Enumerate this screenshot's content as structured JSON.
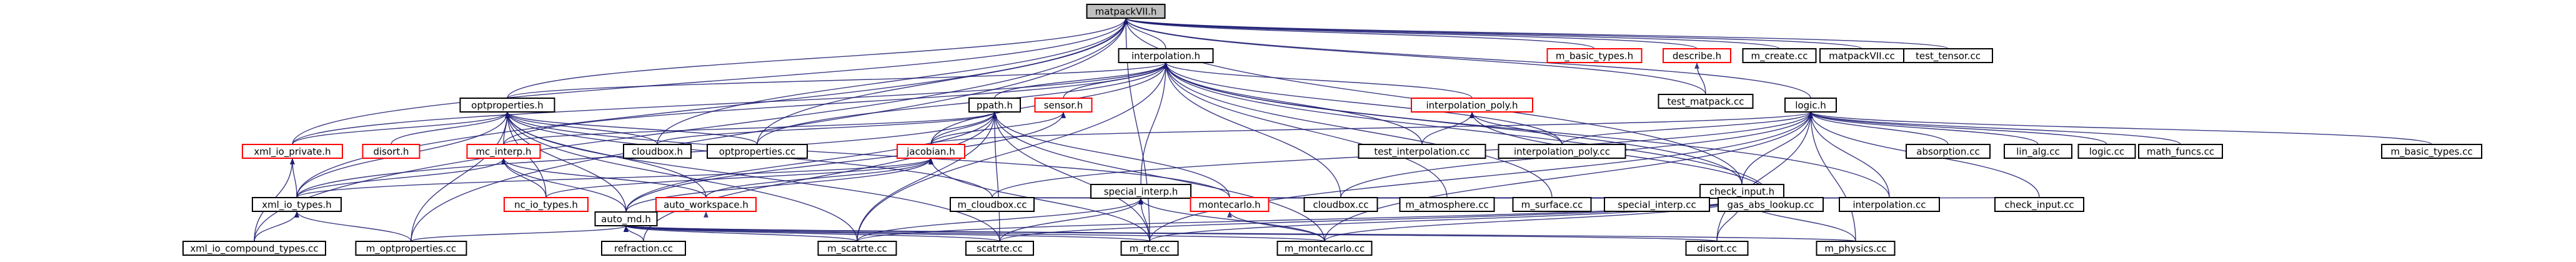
{
  "colors": {
    "edge": "#191970",
    "normal_border": "#000000",
    "incomplete_border": "#ff0000",
    "root_fill": "#bfbfbf",
    "node_fill": "#ffffff",
    "text": "#000000"
  },
  "nodes": [
    {
      "id": "matpackvii_h",
      "label": "matpackVII.h",
      "root": true
    },
    {
      "id": "interpolation_h",
      "label": "interpolation.h"
    },
    {
      "id": "m_basic_types_h",
      "label": "m_basic_types.h",
      "incomplete": true
    },
    {
      "id": "describe_h",
      "label": "describe.h",
      "incomplete": true
    },
    {
      "id": "m_create_cc",
      "label": "m_create.cc"
    },
    {
      "id": "matpackvii_cc",
      "label": "matpackVII.cc"
    },
    {
      "id": "test_tensor_cc",
      "label": "test_tensor.cc"
    },
    {
      "id": "test_matpack_cc",
      "label": "test_matpack.cc"
    },
    {
      "id": "optproperties_h",
      "label": "optproperties.h"
    },
    {
      "id": "ppath_h",
      "label": "ppath.h"
    },
    {
      "id": "sensor_h",
      "label": "sensor.h",
      "incomplete": true
    },
    {
      "id": "interpolation_poly_h",
      "label": "interpolation_poly.h",
      "incomplete": true
    },
    {
      "id": "logic_h",
      "label": "logic.h"
    },
    {
      "id": "xml_io_private_h",
      "label": "xml_io_private.h",
      "incomplete": true
    },
    {
      "id": "disort_h",
      "label": "disort.h",
      "incomplete": true
    },
    {
      "id": "mc_interp_h",
      "label": "mc_interp.h",
      "incomplete": true
    },
    {
      "id": "cloudbox_h",
      "label": "cloudbox.h"
    },
    {
      "id": "optproperties_cc",
      "label": "optproperties.cc"
    },
    {
      "id": "jacobian_h",
      "label": "jacobian.h",
      "incomplete": true
    },
    {
      "id": "test_interpolation_cc",
      "label": "test_interpolation.cc"
    },
    {
      "id": "interpolation_poly_cc",
      "label": "interpolation_poly.cc"
    },
    {
      "id": "absorption_cc",
      "label": "absorption.cc"
    },
    {
      "id": "lin_alg_cc",
      "label": "lin_alg.cc"
    },
    {
      "id": "logic_cc",
      "label": "logic.cc"
    },
    {
      "id": "math_funcs_cc",
      "label": "math_funcs.cc"
    },
    {
      "id": "m_basic_types_cc",
      "label": "m_basic_types.cc"
    },
    {
      "id": "special_interp_h",
      "label": "special_interp.h"
    },
    {
      "id": "check_input_h",
      "label": "check_input.h"
    },
    {
      "id": "xml_io_types_h",
      "label": "xml_io_types.h"
    },
    {
      "id": "nc_io_types_h",
      "label": "nc_io_types.h",
      "incomplete": true
    },
    {
      "id": "auto_workspace_h",
      "label": "auto_workspace.h",
      "incomplete": true
    },
    {
      "id": "m_cloudbox_cc",
      "label": "m_cloudbox.cc"
    },
    {
      "id": "montecarlo_h",
      "label": "montecarlo.h",
      "incomplete": true
    },
    {
      "id": "cloudbox_cc",
      "label": "cloudbox.cc"
    },
    {
      "id": "m_atmosphere_cc",
      "label": "m_atmosphere.cc"
    },
    {
      "id": "m_surface_cc",
      "label": "m_surface.cc"
    },
    {
      "id": "special_interp_cc",
      "label": "special_interp.cc"
    },
    {
      "id": "gas_abs_lookup_cc",
      "label": "gas_abs_lookup.cc"
    },
    {
      "id": "interpolation_cc",
      "label": "interpolation.cc"
    },
    {
      "id": "check_input_cc",
      "label": "check_input.cc"
    },
    {
      "id": "auto_md_h",
      "label": "auto_md.h"
    },
    {
      "id": "xml_io_compound_types_cc",
      "label": "xml_io_compound_types.cc"
    },
    {
      "id": "m_optproperties_cc",
      "label": "m_optproperties.cc"
    },
    {
      "id": "refraction_cc",
      "label": "refraction.cc"
    },
    {
      "id": "m_scatrte_cc",
      "label": "m_scatrte.cc"
    },
    {
      "id": "scatrte_cc",
      "label": "scatrte.cc"
    },
    {
      "id": "m_rte_cc",
      "label": "m_rte.cc"
    },
    {
      "id": "m_montecarlo_cc",
      "label": "m_montecarlo.cc"
    },
    {
      "id": "disort_cc",
      "label": "disort.cc"
    },
    {
      "id": "m_physics_cc",
      "label": "m_physics.cc"
    }
  ],
  "edges": [
    [
      "interpolation_h",
      "matpackvii_h"
    ],
    [
      "m_basic_types_h",
      "matpackvii_h"
    ],
    [
      "describe_h",
      "matpackvii_h"
    ],
    [
      "m_create_cc",
      "matpackvii_h"
    ],
    [
      "matpackvii_cc",
      "matpackvii_h"
    ],
    [
      "test_tensor_cc",
      "matpackvii_h"
    ],
    [
      "test_matpack_cc",
      "matpackvii_h"
    ],
    [
      "optproperties_h",
      "matpackvii_h"
    ],
    [
      "logic_h",
      "matpackvii_h"
    ],
    [
      "xml_io_private_h",
      "matpackvii_h"
    ],
    [
      "xml_io_types_h",
      "matpackvii_h"
    ],
    [
      "check_input_h",
      "matpackvii_h"
    ],
    [
      "m_optproperties_cc",
      "matpackvii_h"
    ],
    [
      "xml_io_compound_types_cc",
      "matpackvii_h"
    ],
    [
      "m_rte_cc",
      "matpackvii_h"
    ],
    [
      "optproperties_cc",
      "matpackvii_h"
    ],
    [
      "cloudbox_h",
      "matpackvii_h"
    ],
    [
      "test_matpack_cc",
      "describe_h"
    ],
    [
      "optproperties_h",
      "interpolation_h"
    ],
    [
      "ppath_h",
      "interpolation_h"
    ],
    [
      "sensor_h",
      "interpolation_h"
    ],
    [
      "interpolation_poly_h",
      "interpolation_h"
    ],
    [
      "special_interp_h",
      "interpolation_h"
    ],
    [
      "jacobian_h",
      "interpolation_h"
    ],
    [
      "test_interpolation_cc",
      "interpolation_h"
    ],
    [
      "interpolation_poly_cc",
      "interpolation_h"
    ],
    [
      "interpolation_cc",
      "interpolation_h"
    ],
    [
      "cloudbox_cc",
      "interpolation_h"
    ],
    [
      "m_atmosphere_cc",
      "interpolation_h"
    ],
    [
      "m_surface_cc",
      "interpolation_h"
    ],
    [
      "gas_abs_lookup_cc",
      "interpolation_h"
    ],
    [
      "optproperties_cc",
      "interpolation_h"
    ],
    [
      "xml_io_private_h",
      "interpolation_h"
    ],
    [
      "mc_interp_h",
      "interpolation_h"
    ],
    [
      "m_scatrte_cc",
      "interpolation_h"
    ],
    [
      "check_input_h",
      "interpolation_h"
    ],
    [
      "xml_io_private_h",
      "optproperties_h"
    ],
    [
      "disort_h",
      "optproperties_h"
    ],
    [
      "mc_interp_h",
      "optproperties_h"
    ],
    [
      "cloudbox_h",
      "optproperties_h"
    ],
    [
      "optproperties_cc",
      "optproperties_h"
    ],
    [
      "xml_io_types_h",
      "optproperties_h"
    ],
    [
      "nc_io_types_h",
      "optproperties_h"
    ],
    [
      "auto_workspace_h",
      "optproperties_h"
    ],
    [
      "m_optproperties_cc",
      "optproperties_h"
    ],
    [
      "m_cloudbox_cc",
      "optproperties_h"
    ],
    [
      "auto_md_h",
      "optproperties_h"
    ],
    [
      "montecarlo_h",
      "optproperties_h"
    ],
    [
      "m_scatrte_cc",
      "optproperties_h"
    ],
    [
      "scatrte_cc",
      "optproperties_h"
    ],
    [
      "mc_interp_h",
      "ppath_h"
    ],
    [
      "cloudbox_h",
      "ppath_h"
    ],
    [
      "jacobian_h",
      "ppath_h"
    ],
    [
      "auto_md_h",
      "ppath_h"
    ],
    [
      "montecarlo_h",
      "ppath_h"
    ],
    [
      "m_rte_cc",
      "ppath_h"
    ],
    [
      "refraction_cc",
      "ppath_h"
    ],
    [
      "m_scatrte_cc",
      "ppath_h"
    ],
    [
      "scatrte_cc",
      "ppath_h"
    ],
    [
      "m_montecarlo_cc",
      "ppath_h"
    ],
    [
      "xml_io_types_h",
      "ppath_h"
    ],
    [
      "jacobian_h",
      "sensor_h"
    ],
    [
      "auto_md_h",
      "sensor_h"
    ],
    [
      "test_interpolation_cc",
      "interpolation_poly_h"
    ],
    [
      "interpolation_poly_cc",
      "interpolation_poly_h"
    ],
    [
      "gas_abs_lookup_cc",
      "interpolation_poly_h"
    ],
    [
      "absorption_cc",
      "logic_h"
    ],
    [
      "lin_alg_cc",
      "logic_h"
    ],
    [
      "logic_cc",
      "logic_h"
    ],
    [
      "math_funcs_cc",
      "logic_h"
    ],
    [
      "m_basic_types_cc",
      "logic_h"
    ],
    [
      "check_input_h",
      "logic_h"
    ],
    [
      "interpolation_poly_cc",
      "logic_h"
    ],
    [
      "interpolation_cc",
      "logic_h"
    ],
    [
      "disort_cc",
      "logic_h"
    ],
    [
      "m_physics_cc",
      "logic_h"
    ],
    [
      "check_input_cc",
      "logic_h"
    ],
    [
      "m_rte_cc",
      "logic_h"
    ],
    [
      "cloudbox_cc",
      "logic_h"
    ],
    [
      "m_cloudbox_cc",
      "logic_h"
    ],
    [
      "jacobian_h",
      "logic_h"
    ],
    [
      "m_montecarlo_cc",
      "logic_h"
    ],
    [
      "xml_io_types_h",
      "xml_io_private_h"
    ],
    [
      "xml_io_compound_types_cc",
      "xml_io_private_h"
    ],
    [
      "xml_io_types_h",
      "mc_interp_h"
    ],
    [
      "nc_io_types_h",
      "mc_interp_h"
    ],
    [
      "auto_workspace_h",
      "mc_interp_h"
    ],
    [
      "auto_md_h",
      "mc_interp_h"
    ],
    [
      "xml_io_types_h",
      "jacobian_h"
    ],
    [
      "nc_io_types_h",
      "jacobian_h"
    ],
    [
      "auto_workspace_h",
      "jacobian_h"
    ],
    [
      "auto_md_h",
      "jacobian_h"
    ],
    [
      "m_rte_cc",
      "jacobian_h"
    ],
    [
      "m_cloudbox_cc",
      "special_interp_h"
    ],
    [
      "special_interp_cc",
      "special_interp_h"
    ],
    [
      "m_rte_cc",
      "special_interp_h"
    ],
    [
      "montecarlo_h",
      "special_interp_h"
    ],
    [
      "m_scatrte_cc",
      "special_interp_h"
    ],
    [
      "scatrte_cc",
      "special_interp_h"
    ],
    [
      "m_montecarlo_cc",
      "special_interp_h"
    ],
    [
      "cloudbox_cc",
      "check_input_h"
    ],
    [
      "m_atmosphere_cc",
      "check_input_h"
    ],
    [
      "m_surface_cc",
      "check_input_h"
    ],
    [
      "special_interp_cc",
      "check_input_h"
    ],
    [
      "gas_abs_lookup_cc",
      "check_input_h"
    ],
    [
      "interpolation_cc",
      "check_input_h"
    ],
    [
      "check_input_cc",
      "check_input_h"
    ],
    [
      "disort_cc",
      "check_input_h"
    ],
    [
      "m_physics_cc",
      "check_input_h"
    ],
    [
      "m_rte_cc",
      "check_input_h"
    ],
    [
      "m_scatrte_cc",
      "check_input_h"
    ],
    [
      "scatrte_cc",
      "check_input_h"
    ],
    [
      "m_montecarlo_cc",
      "check_input_h"
    ],
    [
      "m_cloudbox_cc",
      "check_input_h"
    ],
    [
      "montecarlo_h",
      "check_input_h"
    ],
    [
      "xml_io_compound_types_cc",
      "xml_io_types_h"
    ],
    [
      "m_optproperties_cc",
      "xml_io_types_h"
    ],
    [
      "auto_md_h",
      "auto_workspace_h"
    ],
    [
      "m_montecarlo_cc",
      "montecarlo_h"
    ],
    [
      "m_optproperties_cc",
      "auto_md_h"
    ],
    [
      "refraction_cc",
      "auto_md_h"
    ],
    [
      "m_scatrte_cc",
      "auto_md_h"
    ],
    [
      "scatrte_cc",
      "auto_md_h"
    ],
    [
      "m_rte_cc",
      "auto_md_h"
    ],
    [
      "m_montecarlo_cc",
      "auto_md_h"
    ],
    [
      "disort_cc",
      "auto_md_h"
    ],
    [
      "m_physics_cc",
      "auto_md_h"
    ]
  ]
}
